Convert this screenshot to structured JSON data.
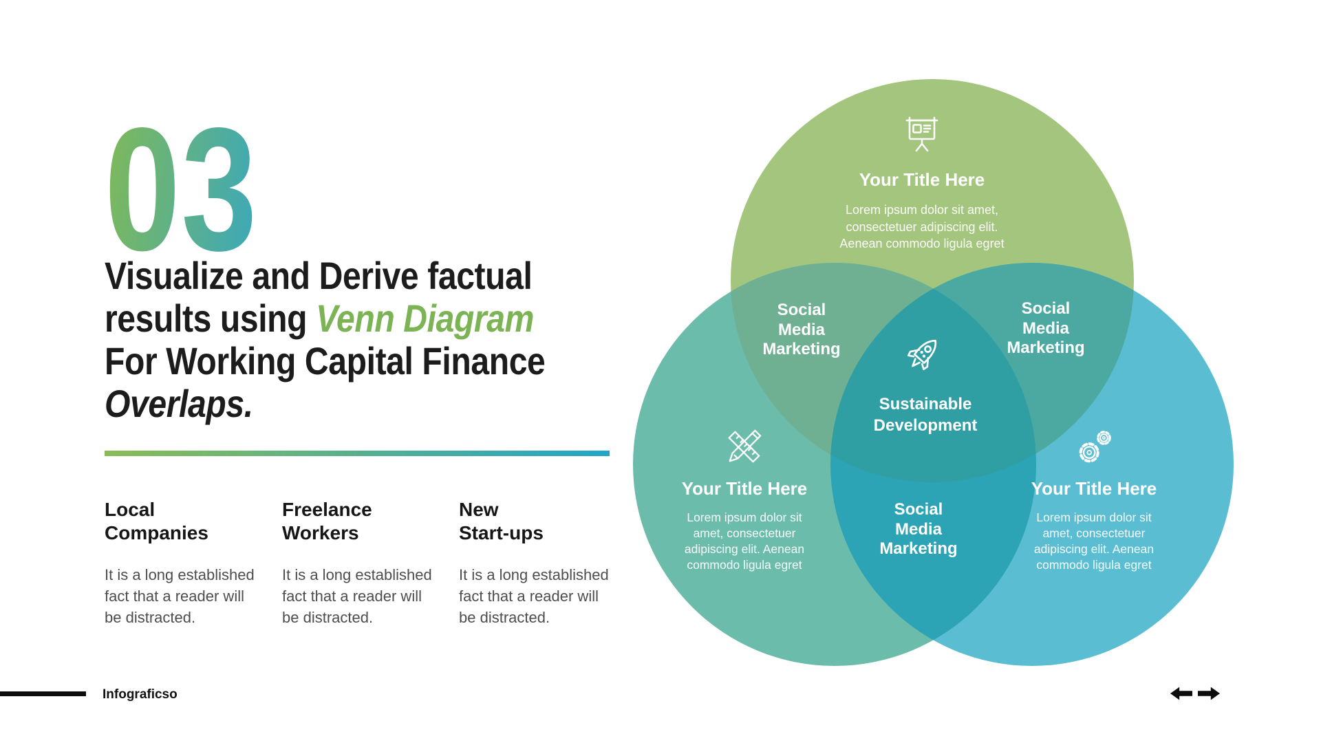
{
  "slide": {
    "number": "03",
    "heading": {
      "line1": "Visualize and Derive factual",
      "line2_prefix": "results using ",
      "line2_highlight": "Venn Diagram",
      "line3": "For Working Capital Finance",
      "line4": "Overlaps."
    },
    "columns": [
      {
        "title": [
          "Local",
          "Companies"
        ],
        "body": [
          "It is a long established",
          "fact that a reader will",
          "be distracted."
        ]
      },
      {
        "title": [
          "Freelance",
          "Workers"
        ],
        "body": [
          "It is a long established",
          "fact that a reader will",
          "be distracted."
        ]
      },
      {
        "title": [
          "New",
          "Start-ups"
        ],
        "body": [
          "It is a long established",
          "fact that a reader will",
          "be distracted."
        ]
      }
    ],
    "footer": {
      "brand": "Infograficso"
    }
  },
  "venn": {
    "colors": {
      "top_circle": "#a3c57d",
      "left_circle": "#6bbcab",
      "right_circle": "#5abdd2",
      "top_left_overlap": "#6fb093",
      "top_right_overlap": "#4ba9a1",
      "bottom_overlap": "#2ca4b5",
      "center_overlap": "#2f9fa4"
    },
    "top": {
      "icon": "presentation-board-icon",
      "title": "Your Title Here",
      "body": [
        "Lorem ipsum dolor sit amet,",
        "consectetuer adipiscing elit.",
        "Aenean commodo ligula egret"
      ]
    },
    "bottom_left": {
      "icon": "pencil-ruler-icon",
      "title": "Your Title Here",
      "body": [
        "Lorem ipsum dolor sit",
        "amet, consectetuer",
        "adipiscing elit. Aenean",
        "commodo ligula egret"
      ]
    },
    "bottom_right": {
      "icon": "gears-icon",
      "title": "Your Title Here",
      "body": [
        "Lorem ipsum dolor sit",
        "amet, consectetuer",
        "adipiscing elit. Aenean",
        "commodo ligula egret"
      ]
    },
    "labels": {
      "top_left": [
        "Social",
        "Media",
        "Marketing"
      ],
      "top_right": [
        "Social",
        "Media",
        "Marketing"
      ],
      "bottom": [
        "Social",
        "Media",
        "Marketing"
      ],
      "center": [
        "Sustainable",
        "Development"
      ]
    }
  },
  "accent": {
    "number_gradient": [
      "#7cb85e",
      "#3fa9b5"
    ],
    "rule_gradient": [
      "#8abc55",
      "#23a5c8"
    ],
    "highlight_green": "#7cb354"
  }
}
